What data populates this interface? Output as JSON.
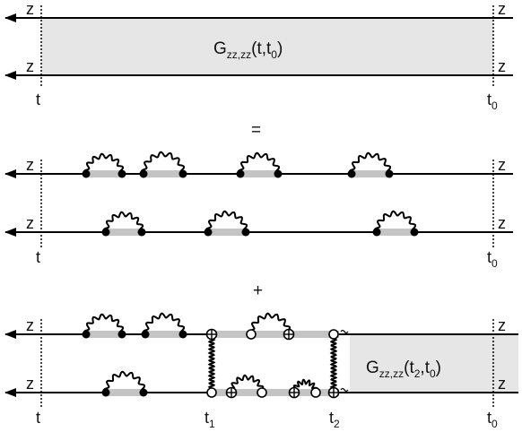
{
  "section1": {
    "box_label": "G",
    "box_label_sub": "zz,zz",
    "box_label_args": "(t,t",
    "box_label_args_sub": "0",
    "box_label_close": ")",
    "line_label": "z",
    "time_start": "t",
    "time_end": "t",
    "time_end_sub": "0"
  },
  "equals_sign": "=",
  "section2": {
    "line_label": "z",
    "time_start": "t",
    "time_end": "t",
    "time_end_sub": "0"
  },
  "plus_sign": "+",
  "section3": {
    "line_label": "z",
    "time_start": "t",
    "time_t1": "t",
    "time_t1_sub": "1",
    "time_t2": "t",
    "time_t2_sub": "2",
    "time_end": "t",
    "time_end_sub": "0",
    "box_label": "G",
    "box_label_sub": "zz,zz",
    "box_label_args": "(t",
    "box_label_args_sub1": "2",
    "box_label_mid": ",t",
    "box_label_args_sub2": "0",
    "box_label_close": ")"
  },
  "colors": {
    "line": "#000000",
    "shade_box": "#e6e6e6",
    "shade_bar": "#c4c4c4"
  }
}
